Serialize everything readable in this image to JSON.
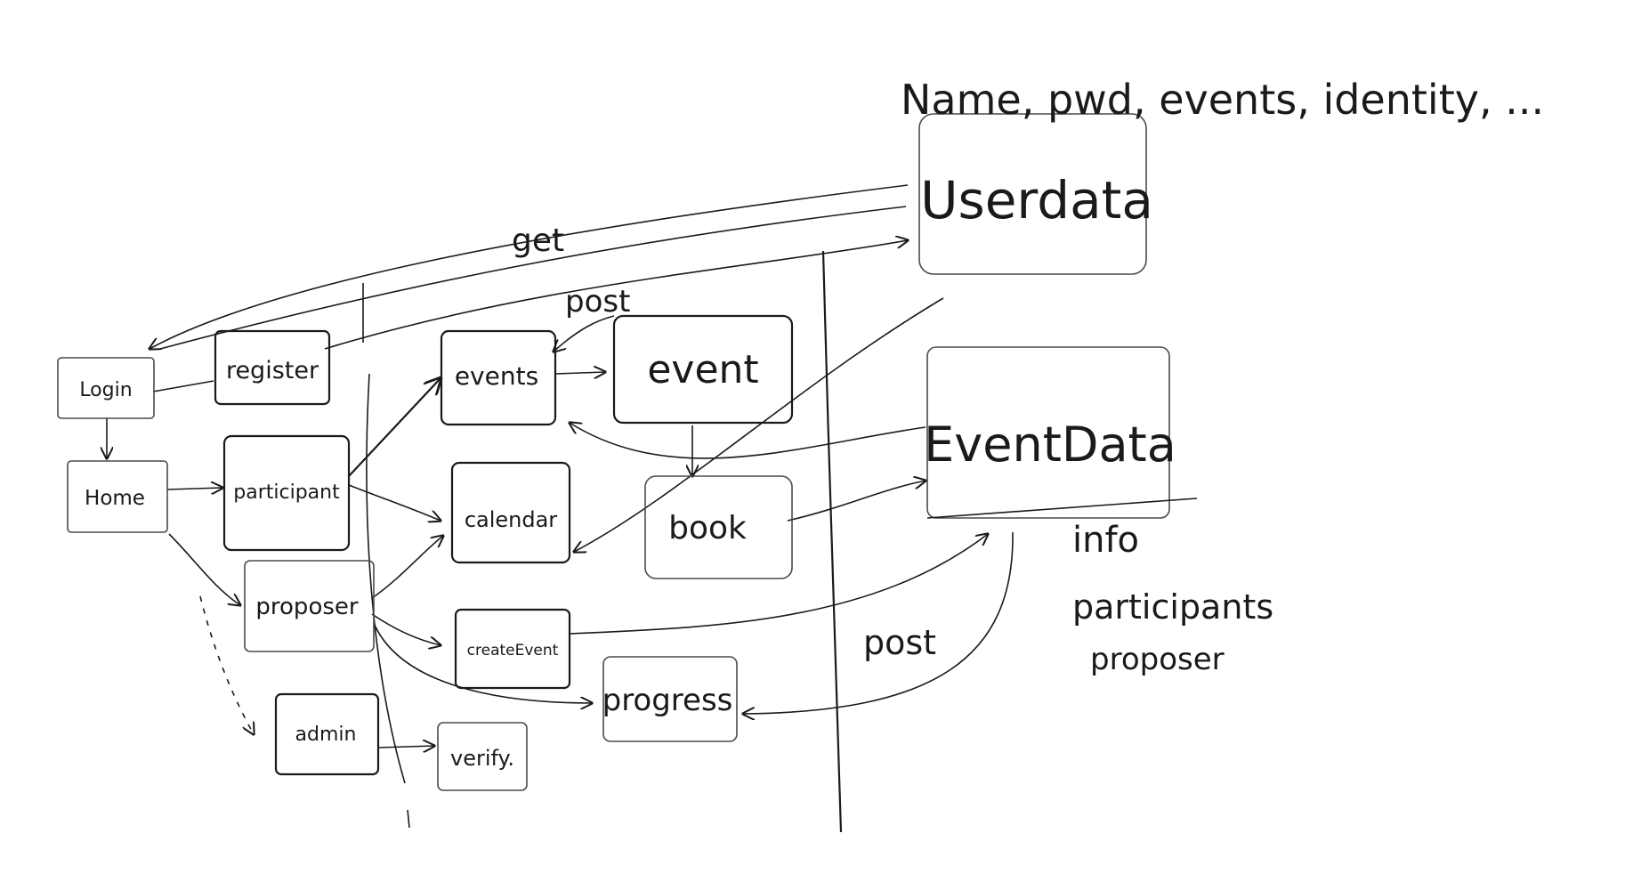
{
  "nodes": {
    "login": "Login",
    "register": "register",
    "home": "Home",
    "participant": "participant",
    "proposer": "proposer",
    "admin": "admin",
    "events": "events",
    "event": "event",
    "calendar": "calendar",
    "book": "book",
    "create_event": "createEvent",
    "progress": "progress",
    "verify": "verify.",
    "userdata": "Userdata",
    "eventdata": "EventData"
  },
  "annotations": {
    "userdata_fields": "Name, pwd, events, identity, ...",
    "eventdata_fields": [
      "info",
      "participants",
      "proposer"
    ]
  },
  "edge_labels": {
    "get": "get",
    "post_top": "post",
    "post_bottom": "post"
  }
}
